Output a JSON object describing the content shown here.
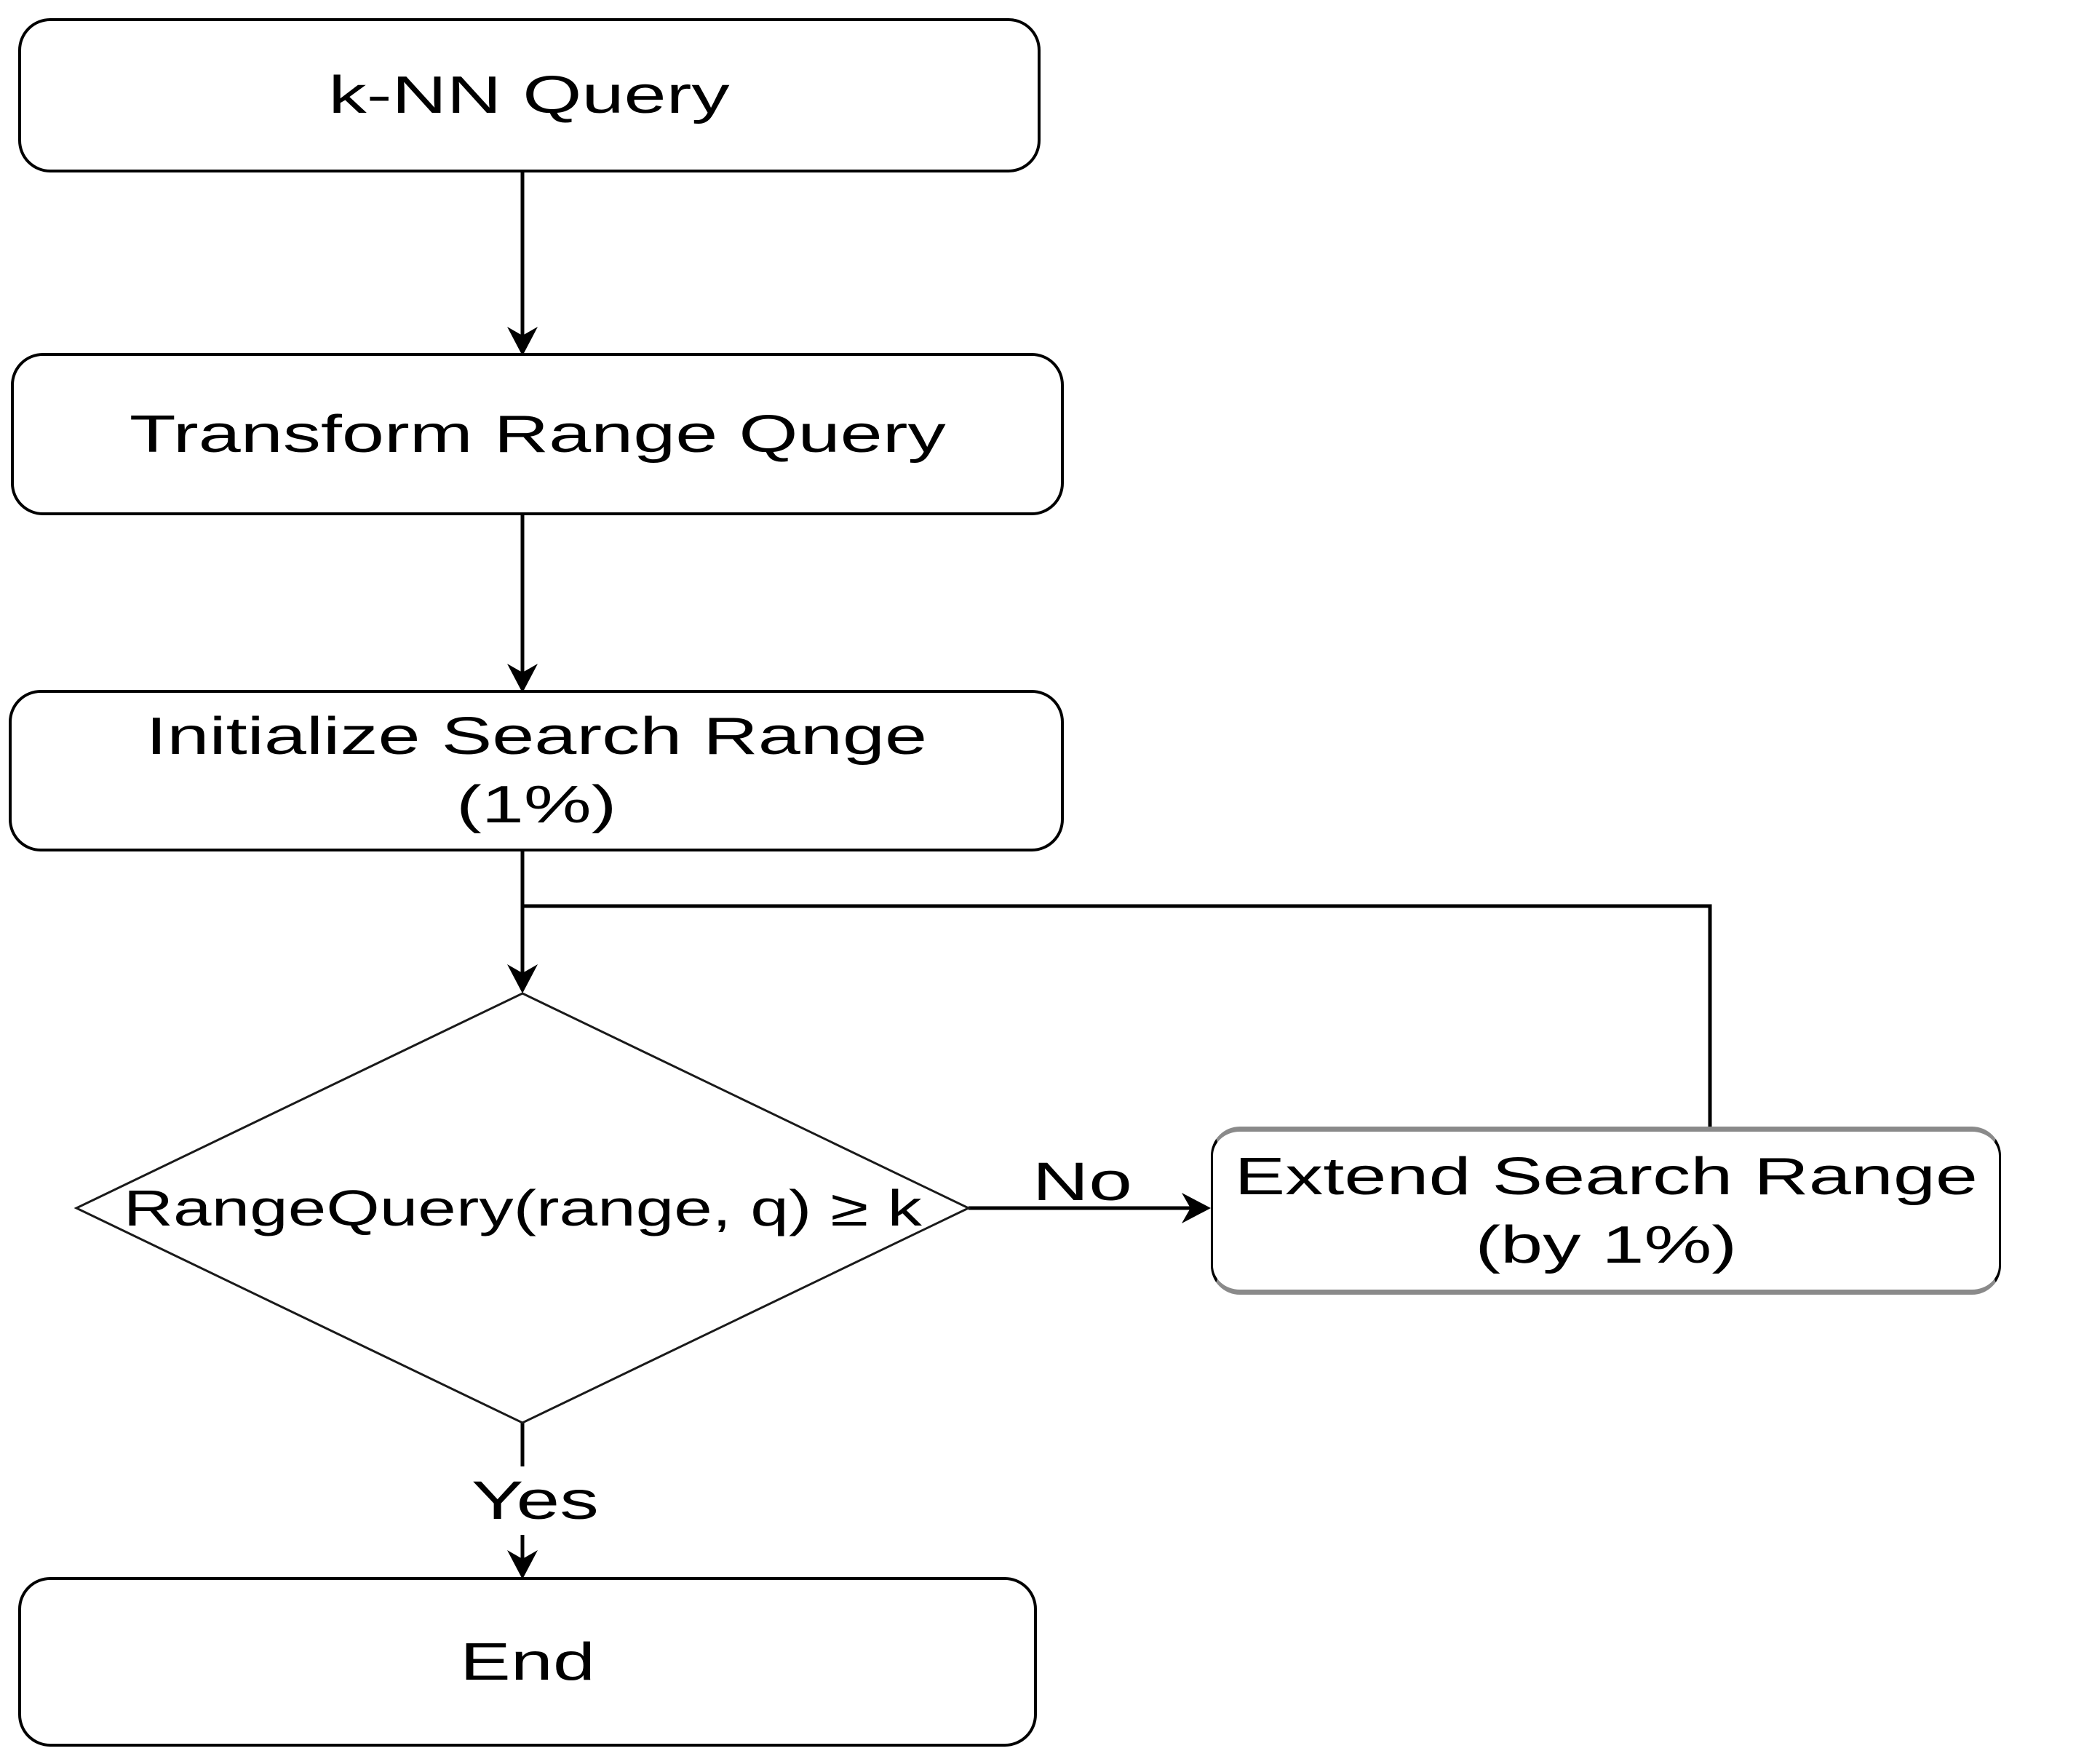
{
  "diagram_type": "flowchart",
  "nodes": {
    "knn": {
      "label": "k-NN Query",
      "shape": "rounded-rect"
    },
    "transform": {
      "label": "Transform Range Query",
      "shape": "rounded-rect"
    },
    "initialize": {
      "line1": "Initialize Search Range",
      "line2": "(1%)",
      "shape": "rounded-rect"
    },
    "decision": {
      "label": "RangeQuery(range, q) ≥ k",
      "shape": "diamond"
    },
    "extend": {
      "line1": "Extend Search Range",
      "line2": "(by 1%)",
      "shape": "rounded-rect"
    },
    "end": {
      "label": "End",
      "shape": "rounded-rect"
    }
  },
  "edge_labels": {
    "yes": "Yes",
    "no": "No"
  },
  "edges": [
    {
      "from": "knn",
      "to": "transform",
      "label": ""
    },
    {
      "from": "transform",
      "to": "initialize",
      "label": ""
    },
    {
      "from": "initialize",
      "to": "decision",
      "label": ""
    },
    {
      "from": "decision",
      "to": "extend",
      "label": "No"
    },
    {
      "from": "extend",
      "to": "decision",
      "label": ""
    },
    {
      "from": "decision",
      "to": "end",
      "label": "Yes"
    }
  ],
  "colors": {
    "background": "#ffffff",
    "stroke": "#000000",
    "extend_border_accent": "#8a8a8a"
  }
}
